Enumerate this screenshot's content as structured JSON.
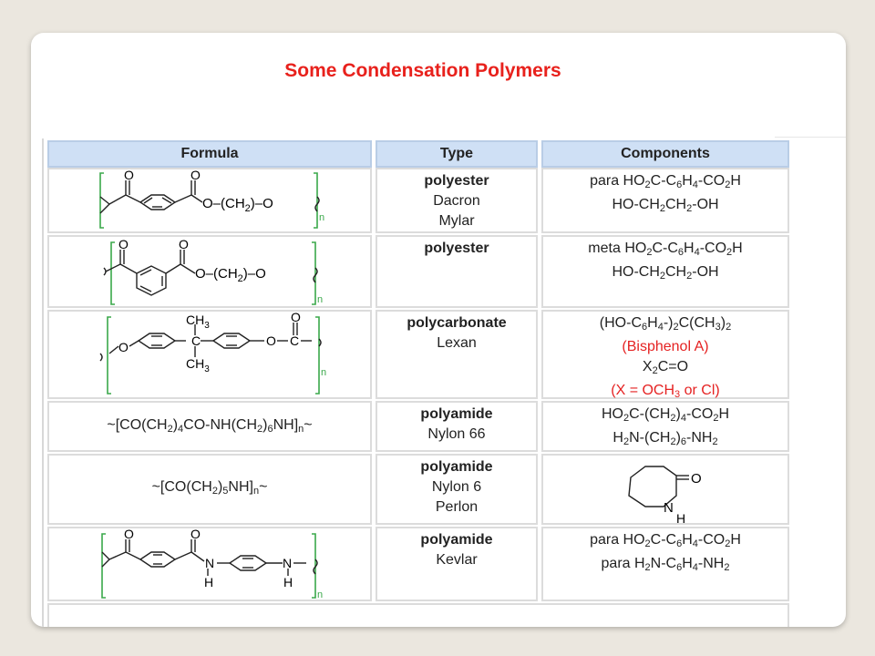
{
  "title": "Some Condensation Polymers",
  "headers": {
    "formula": "Formula",
    "type": "Type",
    "components": "Components"
  },
  "rows": [
    {
      "type": [
        "polyester",
        "Dacron",
        "Mylar"
      ],
      "components": [
        [
          "para HO",
          "2",
          "C-C",
          "6",
          "H",
          "4",
          "-CO",
          "2",
          "H"
        ],
        [
          "HO-CH",
          "2",
          "CH",
          "2",
          "-OH"
        ]
      ]
    },
    {
      "type": [
        "polyester"
      ],
      "components": [
        [
          "meta HO",
          "2",
          "C-C",
          "6",
          "H",
          "4",
          "-CO",
          "2",
          "H"
        ],
        [
          "HO-CH",
          "2",
          "CH",
          "2",
          "-OH"
        ]
      ]
    },
    {
      "type": [
        "polycarbonate",
        "Lexan"
      ],
      "components": [
        [
          "(HO-C",
          "6",
          "H",
          "4",
          "-)",
          "2",
          "C(CH",
          "3",
          ")",
          "2"
        ],
        [
          "(Bisphenol A)"
        ],
        [
          "X",
          "2",
          "C=O"
        ],
        [
          "(X = OCH",
          "3",
          " or Cl)"
        ]
      ]
    },
    {
      "type": [
        "polyamide",
        "Nylon 66"
      ],
      "formula": [
        "~[CO(CH",
        "2",
        ")",
        "4",
        "CO-NH(CH",
        "2",
        ")",
        "6",
        "NH]",
        "n",
        "~"
      ],
      "components": [
        [
          "HO",
          "2",
          "C-(CH",
          "2",
          ")",
          "4",
          "-CO",
          "2",
          "H"
        ],
        [
          "H",
          "2",
          "N-(CH",
          "2",
          ")",
          "6",
          "-NH",
          "2"
        ]
      ]
    },
    {
      "type": [
        "polyamide",
        "Nylon 6",
        "Perlon"
      ],
      "formula": [
        "~[CO(CH",
        "2",
        ")",
        "5",
        "NH]",
        "n",
        "~"
      ]
    },
    {
      "type": [
        "polyamide",
        "Kevlar"
      ],
      "components": [
        [
          "para HO",
          "2",
          "C-C",
          "6",
          "H",
          "4",
          "-CO",
          "2",
          "H"
        ],
        [
          "para H",
          "2",
          "N-C",
          "6",
          "H",
          "4",
          "-NH",
          "2"
        ]
      ]
    }
  ],
  "structures": {
    "ester_o": "O",
    "ester_link": "O–(CH",
    "sub2": "2",
    "close_o": ")–O",
    "n": "n",
    "ch3": "CH",
    "sub3": "3",
    "c": "C",
    "o": "O",
    "nh_n": "N",
    "nh_h": "H",
    "lactam_o": "O",
    "lactam_n": "N",
    "lactam_h": "H"
  },
  "colors": {
    "title": "#e8211c",
    "header_bg": "#cfe0f5",
    "bracket": "#3aa84a",
    "highlight": "#e52222"
  }
}
